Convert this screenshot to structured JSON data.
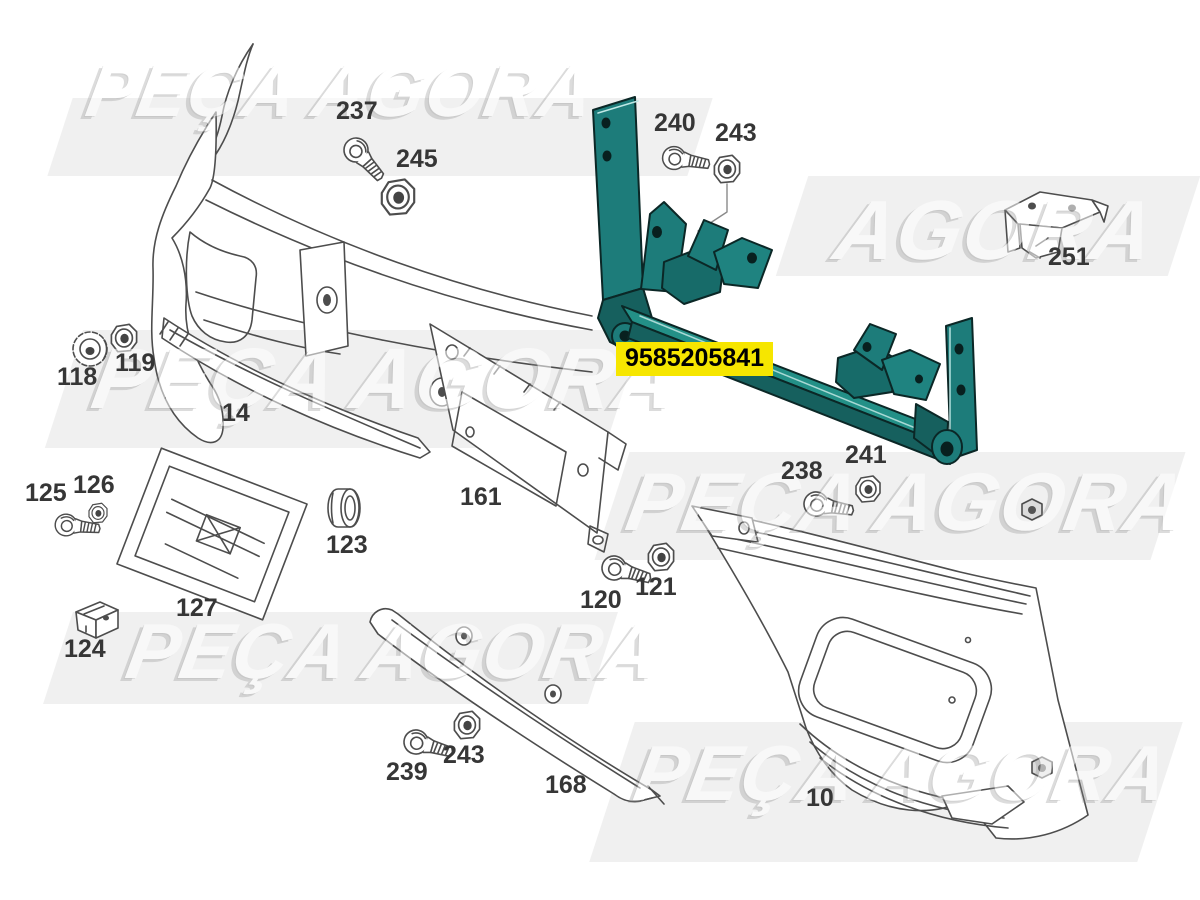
{
  "watermark": {
    "word_left": "PEÇA",
    "word_right": "AGORA"
  },
  "highlight_tag": {
    "part_number": "9585205841",
    "background": "#F6E600",
    "text_color": "#000000"
  },
  "colors": {
    "highlighted_part_teal": "#1D7C7A",
    "teal_dark": "#16605E",
    "teal_light": "#239087",
    "line_art_gray": "#4D4D4D",
    "label_gray": "#363636",
    "watermark_band": "#EDEDED",
    "highlight_bg": "#F6E600"
  },
  "part_labels": {
    "l237": "237",
    "l245": "245",
    "l240": "240",
    "l243_top": "243",
    "l251": "251",
    "l118": "118",
    "l119": "119",
    "l14": "14",
    "l161": "161",
    "l123": "123",
    "l125": "125",
    "l126": "126",
    "l127": "127",
    "l124": "124",
    "l239": "239",
    "l243_bottom": "243",
    "l168": "168",
    "l120": "120",
    "l121": "121",
    "l238": "238",
    "l241": "241",
    "l10": "10"
  }
}
